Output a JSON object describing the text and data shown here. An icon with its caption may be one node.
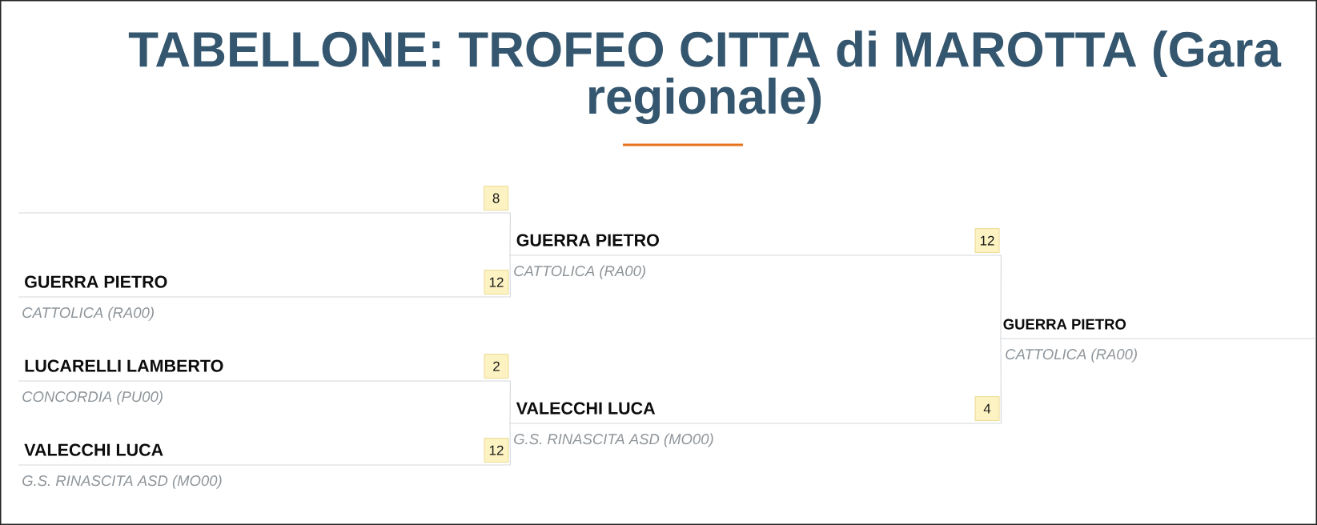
{
  "diagram": {
    "title": "TABELLONE: TROFEO CITTA di MAROTTA (Gara regionale)",
    "nodes": [
      {
        "text": [],
        "shape": "bar"
      },
      {
        "text": [
          "8"
        ]
      },
      {
        "text": [
          "GUERRA PIETRO",
          "CATTOLICA (RA00)"
        ]
      },
      {
        "text": [
          "12"
        ],
        "in": 2
      },
      {
        "text": [
          "LUCARELLI LAMBERTO",
          "CONCORDIA (PU00)"
        ]
      },
      {
        "text": [
          "2"
        ],
        "in": 4
      },
      {
        "text": [
          "VALECCHI LUCA",
          "G.S. RINASCITA ASD (MO00)"
        ]
      },
      {
        "text": [
          "12"
        ],
        "in": 6
      },
      {
        "text": [
          "GUERRA PIETRO",
          "CATTOLICA (RA00)"
        ]
      },
      {
        "text": [
          "12"
        ],
        "in": 8
      },
      {
        "text": [
          "VALECCHI LUCA",
          "G.S. RINASCITA ASD (MO00)"
        ]
      },
      {
        "text": [
          "4"
        ],
        "in": 10
      },
      {
        "text": [
          "GUERRA PIETRO",
          "CATTOLICA (RA00)"
        ]
      }
    ],
    "edges": [
      {
        "from": 0,
        "to": 8,
        "arrow": "none"
      },
      {
        "from": 2,
        "to": 8,
        "arrow": "none"
      },
      {
        "from": 4,
        "to": 10,
        "arrow": "none"
      },
      {
        "from": 6,
        "to": 10,
        "arrow": "none"
      },
      {
        "from": 8,
        "to": 12,
        "arrow": "none"
      },
      {
        "from": 10,
        "to": 12,
        "arrow": "none"
      }
    ]
  }
}
